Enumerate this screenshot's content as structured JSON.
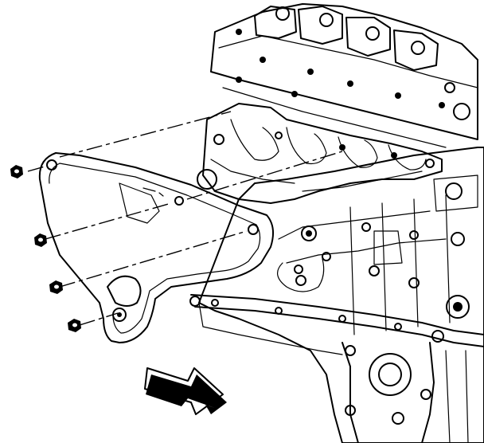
{
  "figure": {
    "type": "line-illustration",
    "subject": "exploded view",
    "line_color": "#000000",
    "background": "#ffffff",
    "parts": [
      {
        "id": "engine-block",
        "icon": "engine-block-icon"
      },
      {
        "id": "cylinder-head",
        "icon": "cylinder-head-icon"
      },
      {
        "id": "exhaust-manifold",
        "icon": "exhaust-manifold-icon"
      },
      {
        "id": "heat-shield",
        "icon": "heat-shield-icon"
      },
      {
        "id": "oil-pan",
        "icon": "oil-pan-icon"
      },
      {
        "id": "nut",
        "icon": "nut-icon",
        "count": 4
      }
    ],
    "direction_arrow": {
      "icon": "direction-arrow-icon"
    }
  }
}
